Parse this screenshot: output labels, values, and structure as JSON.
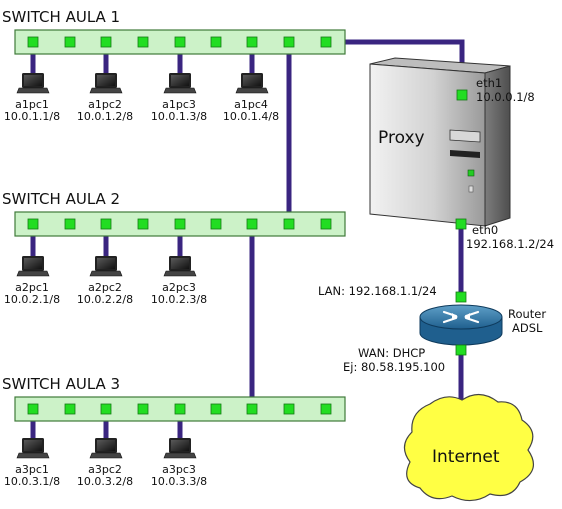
{
  "switches": [
    {
      "title": "SWITCH AULA 1",
      "hosts": [
        {
          "name": "a1pc1",
          "ip": "10.0.1.1/8"
        },
        {
          "name": "a1pc2",
          "ip": "10.0.1.2/8"
        },
        {
          "name": "a1pc3",
          "ip": "10.0.1.3/8"
        },
        {
          "name": "a1pc4",
          "ip": "10.0.1.4/8"
        }
      ]
    },
    {
      "title": "SWITCH AULA 2",
      "hosts": [
        {
          "name": "a2pc1",
          "ip": "10.0.2.1/8"
        },
        {
          "name": "a2pc2",
          "ip": "10.0.2.2/8"
        },
        {
          "name": "a2pc3",
          "ip": "10.0.2.3/8"
        }
      ]
    },
    {
      "title": "SWITCH AULA 3",
      "hosts": [
        {
          "name": "a3pc1",
          "ip": "10.0.3.1/8"
        },
        {
          "name": "a3pc2",
          "ip": "10.0.3.2/8"
        },
        {
          "name": "a3pc3",
          "ip": "10.0.3.3/8"
        }
      ]
    }
  ],
  "proxy": {
    "label": "Proxy",
    "eth1": {
      "name": "eth1",
      "ip": "10.0.0.1/8"
    },
    "eth0": {
      "name": "eth0",
      "ip": "192.168.1.2/24"
    }
  },
  "router": {
    "label_line1": "Router",
    "label_line2": "ADSL",
    "lan": "LAN:  192.168.1.1/24",
    "wan": "WAN:  DHCP",
    "wan_example": "Ej: 80.58.195.100"
  },
  "internet": {
    "label": "Internet"
  },
  "colors": {
    "switch_fill": "#ccf2c8",
    "switch_stroke": "#3f7a3a",
    "port": "#22dd22",
    "cable": "#3a2580",
    "cloud": "#ffff44"
  }
}
